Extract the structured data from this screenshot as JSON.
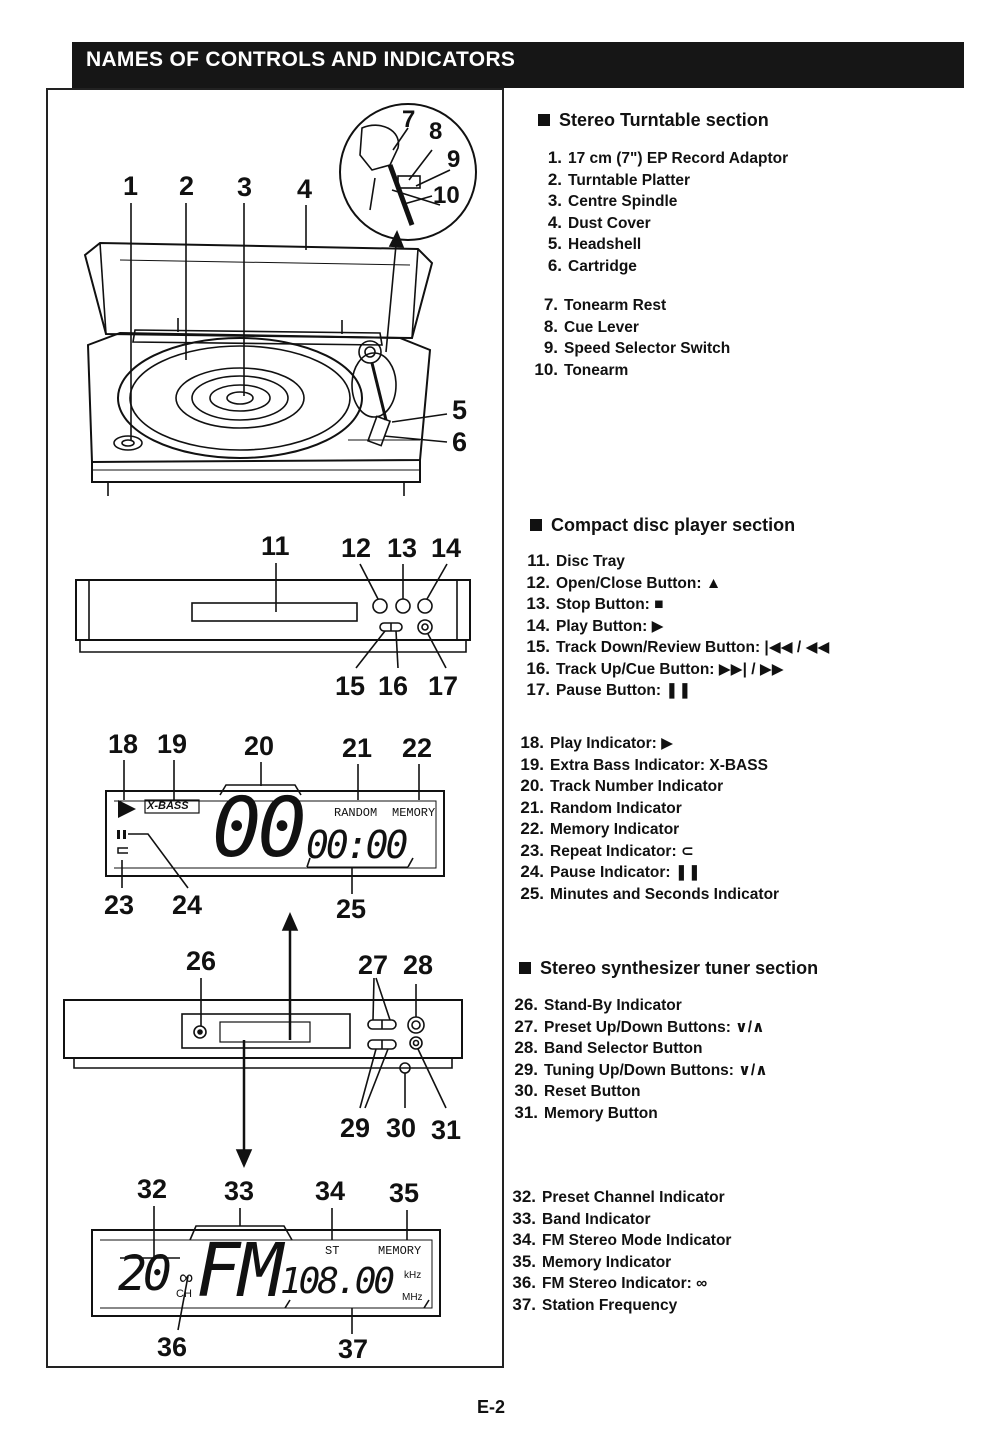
{
  "page_title": "NAMES OF CONTROLS AND INDICATORS",
  "page_number": "E-2",
  "callouts": {
    "c1": "1",
    "c2": "2",
    "c3": "3",
    "c4": "4",
    "c5": "5",
    "c6": "6",
    "c7": "7",
    "c8": "8",
    "c9": "9",
    "c10": "10",
    "c11": "11",
    "c12": "12",
    "c13": "13",
    "c14": "14",
    "c15": "15",
    "c16": "16",
    "c17": "17",
    "c18": "18",
    "c19": "19",
    "c20": "20",
    "c21": "21",
    "c22": "22",
    "c23": "23",
    "c24": "24",
    "c25": "25",
    "c26": "26",
    "c27": "27",
    "c28": "28",
    "c29": "29",
    "c30": "30",
    "c31": "31",
    "c32": "32",
    "c33": "33",
    "c34": "34",
    "c35": "35",
    "c36": "36",
    "c37": "37"
  },
  "cd_display": {
    "xbass_label": "X-BASS",
    "random_label": "RANDOM",
    "memory_label": "MEMORY",
    "track_digits": "00",
    "time_digits": "00:00"
  },
  "tuner_display": {
    "channel_digits": "20",
    "ch_label": "CH",
    "band_text": "FM",
    "st_label": "ST",
    "memory_label": "MEMORY",
    "freq_digits": "108.00",
    "khz_label": "kHz",
    "mhz_label": "MHz"
  },
  "sections": [
    {
      "heading": "Stereo Turntable section",
      "items": [
        {
          "num": "1.",
          "label": "17 cm (7\") EP Record Adaptor"
        },
        {
          "num": "2.",
          "label": "Turntable Platter"
        },
        {
          "num": "3.",
          "label": "Centre Spindle"
        },
        {
          "num": "4.",
          "label": "Dust Cover"
        },
        {
          "num": "5.",
          "label": "Headshell"
        },
        {
          "num": "6.",
          "label": "Cartridge"
        },
        {
          "num": "7.",
          "label": "Tonearm Rest"
        },
        {
          "num": "8.",
          "label": "Cue Lever"
        },
        {
          "num": "9.",
          "label": "Speed Selector Switch"
        },
        {
          "num": "10.",
          "label": "Tonearm"
        }
      ]
    },
    {
      "heading": "Compact disc player section",
      "items": [
        {
          "num": "11.",
          "label": "Disc Tray"
        },
        {
          "num": "12.",
          "label": "Open/Close Button: ▲"
        },
        {
          "num": "13.",
          "label": "Stop Button: ■"
        },
        {
          "num": "14.",
          "label": "Play Button: ▶"
        },
        {
          "num": "15.",
          "label": "Track Down/Review Button: |◀◀ / ◀◀"
        },
        {
          "num": "16.",
          "label": "Track Up/Cue Button: ▶▶| / ▶▶"
        },
        {
          "num": "17.",
          "label": "Pause Button: ❚❚"
        },
        {
          "num": "18.",
          "label": "Play Indicator: ▶"
        },
        {
          "num": "19.",
          "label": "Extra Bass Indicator: X-BASS"
        },
        {
          "num": "20.",
          "label": "Track Number Indicator"
        },
        {
          "num": "21.",
          "label": "Random Indicator"
        },
        {
          "num": "22.",
          "label": "Memory Indicator"
        },
        {
          "num": "23.",
          "label": "Repeat Indicator: ⊂"
        },
        {
          "num": "24.",
          "label": "Pause Indicator: ❚❚"
        },
        {
          "num": "25.",
          "label": "Minutes and Seconds Indicator"
        }
      ]
    },
    {
      "heading": "Stereo synthesizer tuner section",
      "items": [
        {
          "num": "26.",
          "label": "Stand-By Indicator"
        },
        {
          "num": "27.",
          "label": "Preset Up/Down Buttons: ∨/∧"
        },
        {
          "num": "28.",
          "label": "Band Selector Button"
        },
        {
          "num": "29.",
          "label": "Tuning Up/Down Buttons: ∨/∧"
        },
        {
          "num": "30.",
          "label": "Reset Button"
        },
        {
          "num": "31.",
          "label": "Memory Button"
        },
        {
          "num": "32.",
          "label": "Preset Channel Indicator"
        },
        {
          "num": "33.",
          "label": "Band Indicator"
        },
        {
          "num": "34.",
          "label": "FM Stereo Mode Indicator"
        },
        {
          "num": "35.",
          "label": "Memory Indicator"
        },
        {
          "num": "36.",
          "label": "FM Stereo Indicator: ∞"
        },
        {
          "num": "37.",
          "label": "Station Frequency"
        }
      ]
    }
  ]
}
